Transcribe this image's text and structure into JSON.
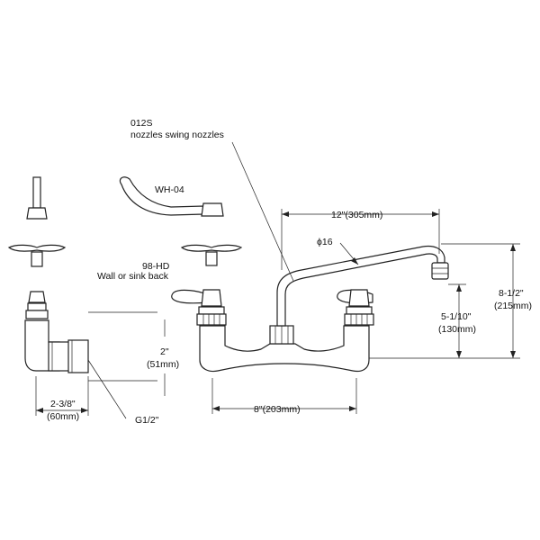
{
  "labels": {
    "nozzle_code": "012S",
    "nozzle_desc": "nozzles swing nozzles",
    "wrist_handle": "WH-04",
    "handle_code": "98-HD",
    "mount_desc": "Wall or sink back",
    "spout_reach": "12\"(305mm)",
    "spout_diameter": "ϕ16",
    "height_in": "8-1/2\"",
    "height_mm": "(215mm)",
    "spout_height_in": "5-1/10\"",
    "spout_height_mm": "(130mm)",
    "inlet_in": "2\"",
    "inlet_mm": "(51mm)",
    "depth_in": "2-3/8\"",
    "depth_mm": "(60mm)",
    "centers": "8\"(203mm)",
    "thread": "G1/2\""
  }
}
